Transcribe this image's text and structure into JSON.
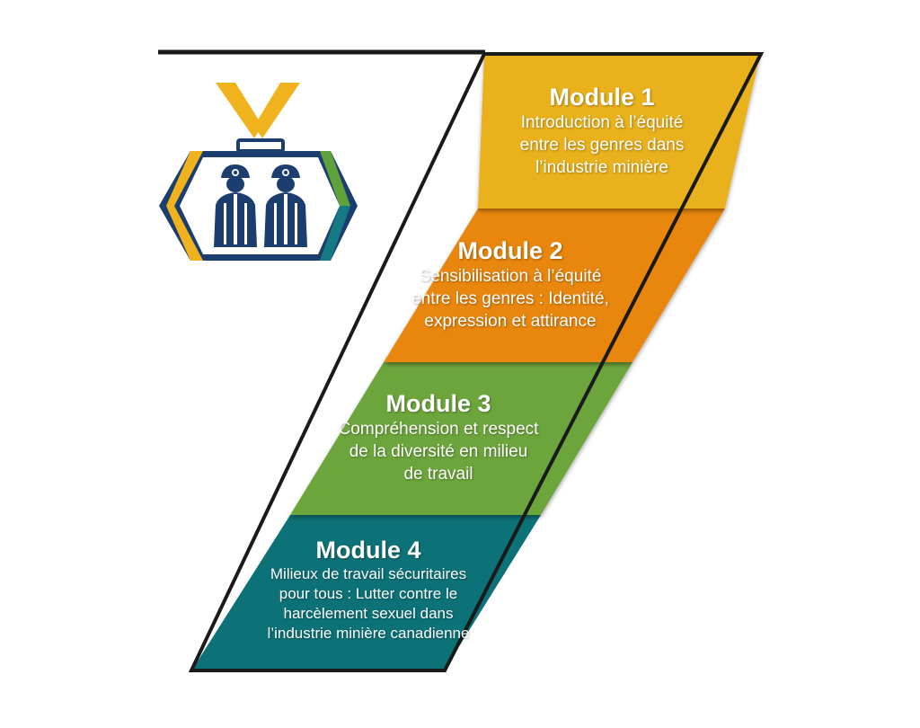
{
  "colors": {
    "module_1": "#E9B11C",
    "module_2": "#E8860B",
    "module_3": "#6DA53E",
    "module_4": "#0C7277",
    "outline": "#1A1A1A",
    "logo_navy": "#1B3E6E",
    "logo_gold": "#F0B31E",
    "logo_green": "#5FA23B",
    "logo_teal": "#167A84"
  },
  "logo": {
    "icon": "two-miners-medal-icon"
  },
  "modules": [
    {
      "title": "Module 1",
      "desc_lines": [
        "Introduction à l’équité",
        "entre les genres dans",
        "l’industrie minière"
      ]
    },
    {
      "title": "Module 2",
      "desc_lines": [
        "Sensibilisation à l’équité",
        "entre les genres : Identité,",
        "expression et attirance"
      ]
    },
    {
      "title": "Module 3",
      "desc_lines": [
        "Compréhension et respect",
        "de la diversité en milieu",
        "de travail"
      ]
    },
    {
      "title": "Module 4",
      "desc_lines": [
        "Milieux de travail sécuritaires",
        "pour tous : Lutter contre le",
        "harcèlement sexuel dans",
        "l’industrie minière canadienne"
      ]
    }
  ]
}
